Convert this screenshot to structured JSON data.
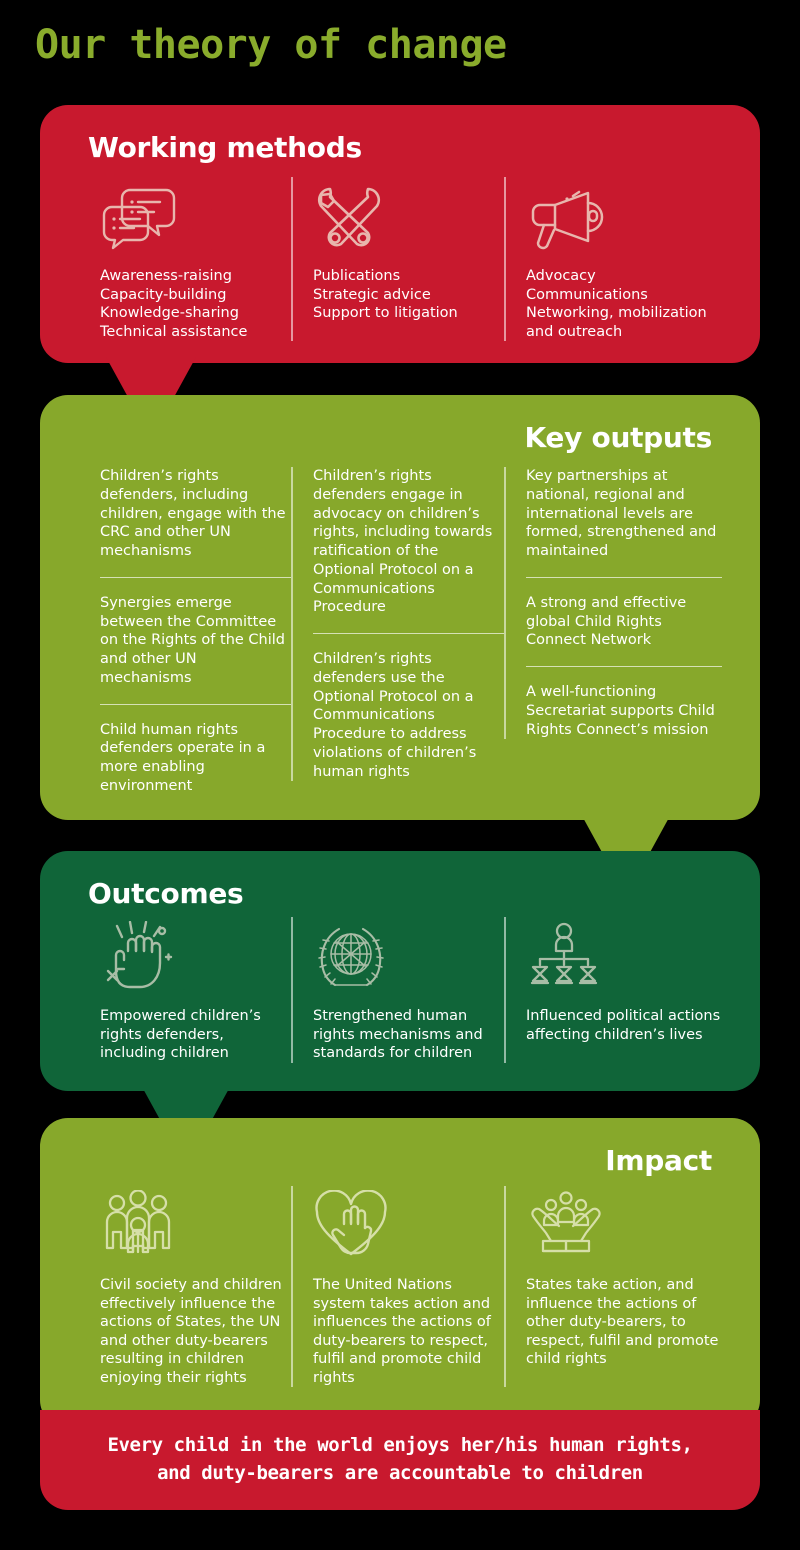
{
  "page_title": "Our theory of change",
  "colors": {
    "background": "#000000",
    "red": "#c8192e",
    "light_green": "#87a82b",
    "dark_green": "#106539",
    "title_green": "#8aac2c",
    "icon_red_section": "#e8b6ad",
    "icon_green_section": "#d6dfa8",
    "icon_darkgreen_section": "#a8bda6",
    "text_white": "#ffffff"
  },
  "sections": {
    "working_methods": {
      "title": "Working methods",
      "columns": [
        {
          "icon": "speech-bubbles-icon",
          "lines": [
            "Awareness-raising",
            "Capacity-building",
            "Knowledge-sharing",
            "Technical assistance"
          ]
        },
        {
          "icon": "tools-wrench-screwdriver-icon",
          "lines": [
            "Publications",
            "Strategic advice",
            "Support to litigation"
          ]
        },
        {
          "icon": "megaphone-icon",
          "lines": [
            "Advocacy",
            "Communications",
            "Networking, mobilization",
            "and outreach"
          ]
        }
      ]
    },
    "key_outputs": {
      "title": "Key outputs",
      "columns": [
        {
          "blocks": [
            "Children’s rights defenders, including children, engage with the CRC and other UN mechanisms",
            "Synergies emerge between the Committee on the Rights of the Child and other UN mechanisms",
            "Child human rights defenders operate in a more enabling environment"
          ]
        },
        {
          "blocks": [
            "Children’s rights defenders engage in advocacy on children’s rights, including towards ratification of the Optional Protocol on a Communications Procedure",
            "Children’s rights defenders use the Optional Protocol on a Communications Procedure to address violations of children’s human rights"
          ]
        },
        {
          "blocks": [
            "Key partnerships at national, regional and international levels are formed, strengthened and maintained",
            "A strong and effective global Child Rights Connect Network",
            "A well-functioning Secretariat supports Child Rights Connect’s mission"
          ]
        }
      ]
    },
    "outcomes": {
      "title": "Outcomes",
      "columns": [
        {
          "icon": "raised-fist-icon",
          "text": "Empowered children’s rights defenders, including children"
        },
        {
          "icon": "united-nations-emblem-icon",
          "text": "Strengthened human rights mechanisms and standards for children"
        },
        {
          "icon": "organisation-hierarchy-icon",
          "text": "Influenced political actions affecting children’s lives"
        }
      ]
    },
    "impact": {
      "title": "Impact",
      "columns": [
        {
          "icon": "family-group-icon",
          "text": "Civil society and children effectively influence the actions of States, the UN and other duty-bearers resulting in children enjoying their rights"
        },
        {
          "icon": "heart-with-hand-icon",
          "text": "The United Nations system takes action and influences the actions of duty-bearers to respect, fulfil and promote child rights"
        },
        {
          "icon": "hands-holding-people-icon",
          "text": "States take action, and influence the actions of other duty-bearers, to respect, fulfil and promote child rights"
        }
      ]
    },
    "footer": {
      "line1": "Every child in the world enjoys her/his human rights,",
      "line2": "and duty-bearers are accountable to children"
    }
  }
}
